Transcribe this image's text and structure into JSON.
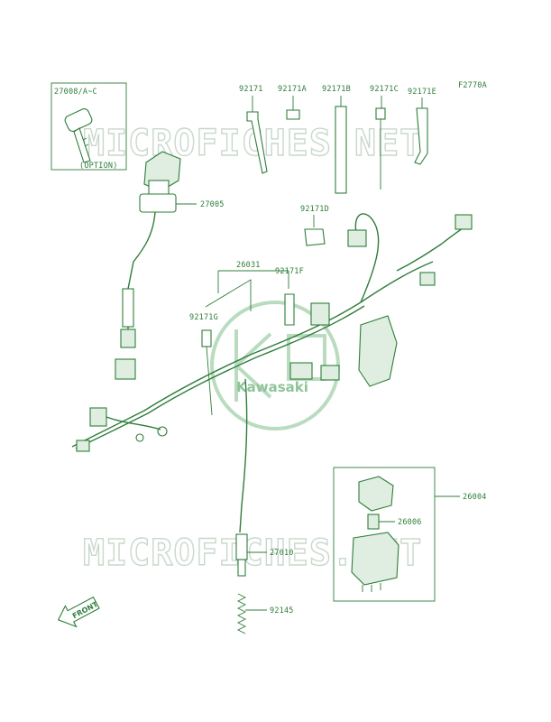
{
  "figure_code": "F2770A",
  "watermark": "MICROFICHES.NET",
  "brand_mark": "Kawasaki",
  "front_marker": "FRONT",
  "colors": {
    "line": "#2e7d3a",
    "watermark": "#c9d8cc",
    "logo": "#b9dcbf"
  },
  "callouts": {
    "key": "27008/A~C",
    "key_option": "(OPTION)",
    "ignition_switch": "27005",
    "clamp_92171": "92171",
    "clamp_92171a": "92171A",
    "clamp_92171b": "92171B",
    "clamp_92171c": "92171C",
    "clamp_92171e": "92171E",
    "clamp_92171d": "92171D",
    "harness": "26031",
    "clamp_92171f": "92171F",
    "clamp_92171g": "92171G",
    "relay_assy": "26004",
    "fuse": "26006",
    "cable": "27010",
    "spring": "92145"
  }
}
